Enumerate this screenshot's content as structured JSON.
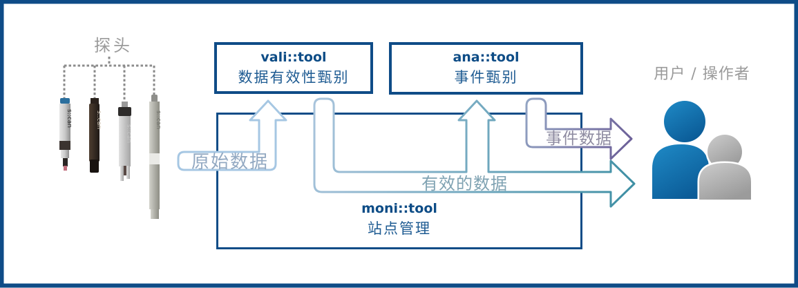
{
  "frame": {
    "border_color": "#0F4C87",
    "background": "#FFFFFF"
  },
  "probes": {
    "label": "探头",
    "brand": "s::can",
    "count": 4
  },
  "boxes": {
    "vali": {
      "title": "vali::tool",
      "subtitle": "数据有效性甄别",
      "border_color": "#0F4C87"
    },
    "ana": {
      "title": "ana::tool",
      "subtitle": "事件甄别",
      "border_color": "#0F4C87"
    },
    "moni": {
      "title": "moni::tool",
      "subtitle": "站点管理",
      "border_color": "#0F4C87"
    }
  },
  "flows": {
    "raw": {
      "label": "原始数据",
      "stroke": "#A6C7E3",
      "label_color": "#93A9C2"
    },
    "valid": {
      "label": "有效的数据",
      "stroke_start": "#A9C4DC",
      "stroke_end": "#3E8FA4",
      "label_color": "#7FA2B2"
    },
    "event": {
      "label": "事件数据",
      "stroke_start": "#93A5C4",
      "stroke_end": "#6B5E97",
      "label_color": "#8E8BA1"
    }
  },
  "user": {
    "label": "用户 / 操作者",
    "primary_person_color": "#1579B5",
    "secondary_person_color": "#B5B5B5"
  }
}
